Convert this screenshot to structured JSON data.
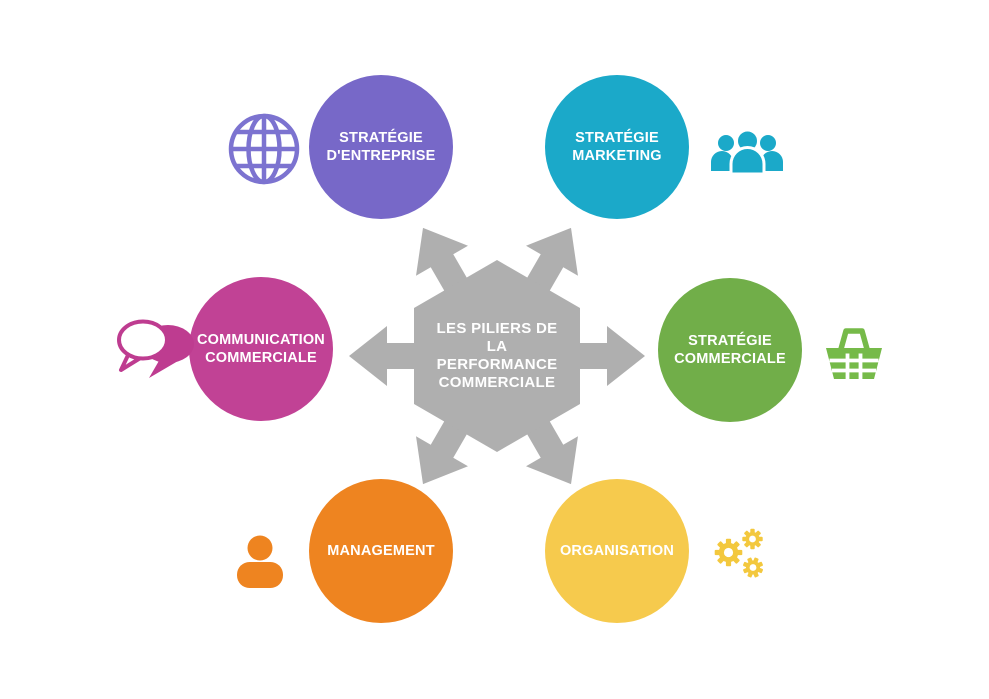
{
  "diagram": {
    "center": {
      "label": "LES PILIERS DE\nLA\nPERFORMANCE\nCOMMERCIALE",
      "shape": "hexagon-with-six-arrows",
      "arrow_color": "#AFAFAF",
      "text_color": "#FFFFFF"
    },
    "nodes": [
      {
        "id": "strategie-entreprise",
        "label": "STRATÉGIE\nD'ENTREPRISE",
        "color": "#7768C8",
        "icon": "globe-icon",
        "position": "top-left"
      },
      {
        "id": "strategie-marketing",
        "label": "STRATÉGIE\nMARKETING",
        "color": "#1BA9C9",
        "icon": "people-group-icon",
        "position": "top-right"
      },
      {
        "id": "communication-commerciale",
        "label": "COMMUNICATION\nCOMMERCIALE",
        "color": "#C14295",
        "icon": "speech-bubbles-icon",
        "position": "middle-left"
      },
      {
        "id": "strategie-commerciale",
        "label": "STRATÉGIE\nCOMMERCIALE",
        "color": "#71AE49",
        "icon": "shopping-basket-icon",
        "position": "middle-right"
      },
      {
        "id": "management",
        "label": "MANAGEMENT",
        "color": "#EE8420",
        "icon": "person-icon",
        "position": "bottom-left"
      },
      {
        "id": "organisation",
        "label": "ORGANISATION",
        "color": "#F6CA4D",
        "icon": "gears-icon",
        "position": "bottom-right"
      }
    ]
  }
}
